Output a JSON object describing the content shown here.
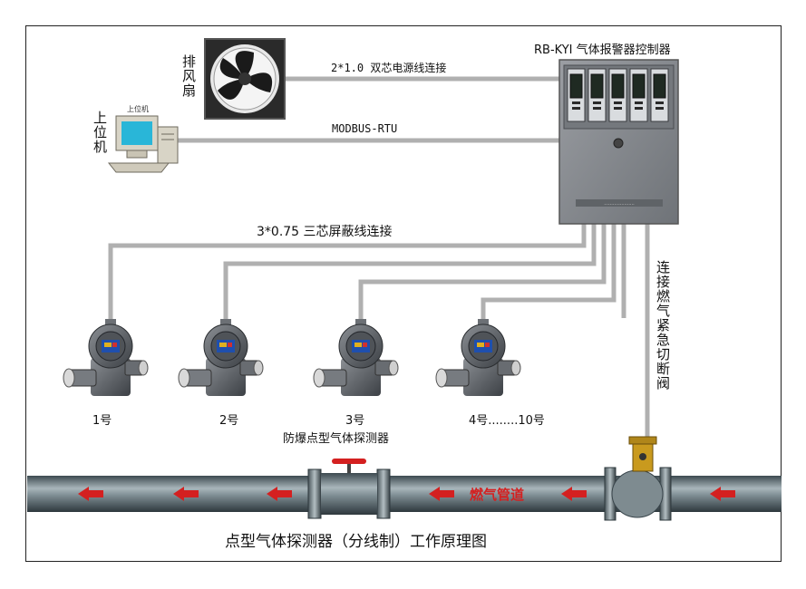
{
  "controller": {
    "title": "RB-KYI 气体报警器控制器",
    "channel_count": 5
  },
  "fan": {
    "label": "排风扇"
  },
  "host": {
    "label": "上位机",
    "screen_caption": "上位机"
  },
  "connections": {
    "power": "2*1.0 双芯电源线连接",
    "modbus": "MODBUS-RTU",
    "shielded": "3*0.75 三芯屏蔽线连接",
    "valve": "连接燃气紧急切断阀"
  },
  "detectors": {
    "items": [
      "1号",
      "2号",
      "3号",
      "4号........10号"
    ],
    "group_label": "防爆点型气体探测器"
  },
  "pipeline": {
    "label": "燃气管道",
    "arrow_color": "#d42020",
    "pipe_color": "#5a6a70"
  },
  "caption": "点型气体探测器（分线制）工作原理图",
  "colors": {
    "wire": "#b0b0b0",
    "panel": "#8a8d92"
  }
}
